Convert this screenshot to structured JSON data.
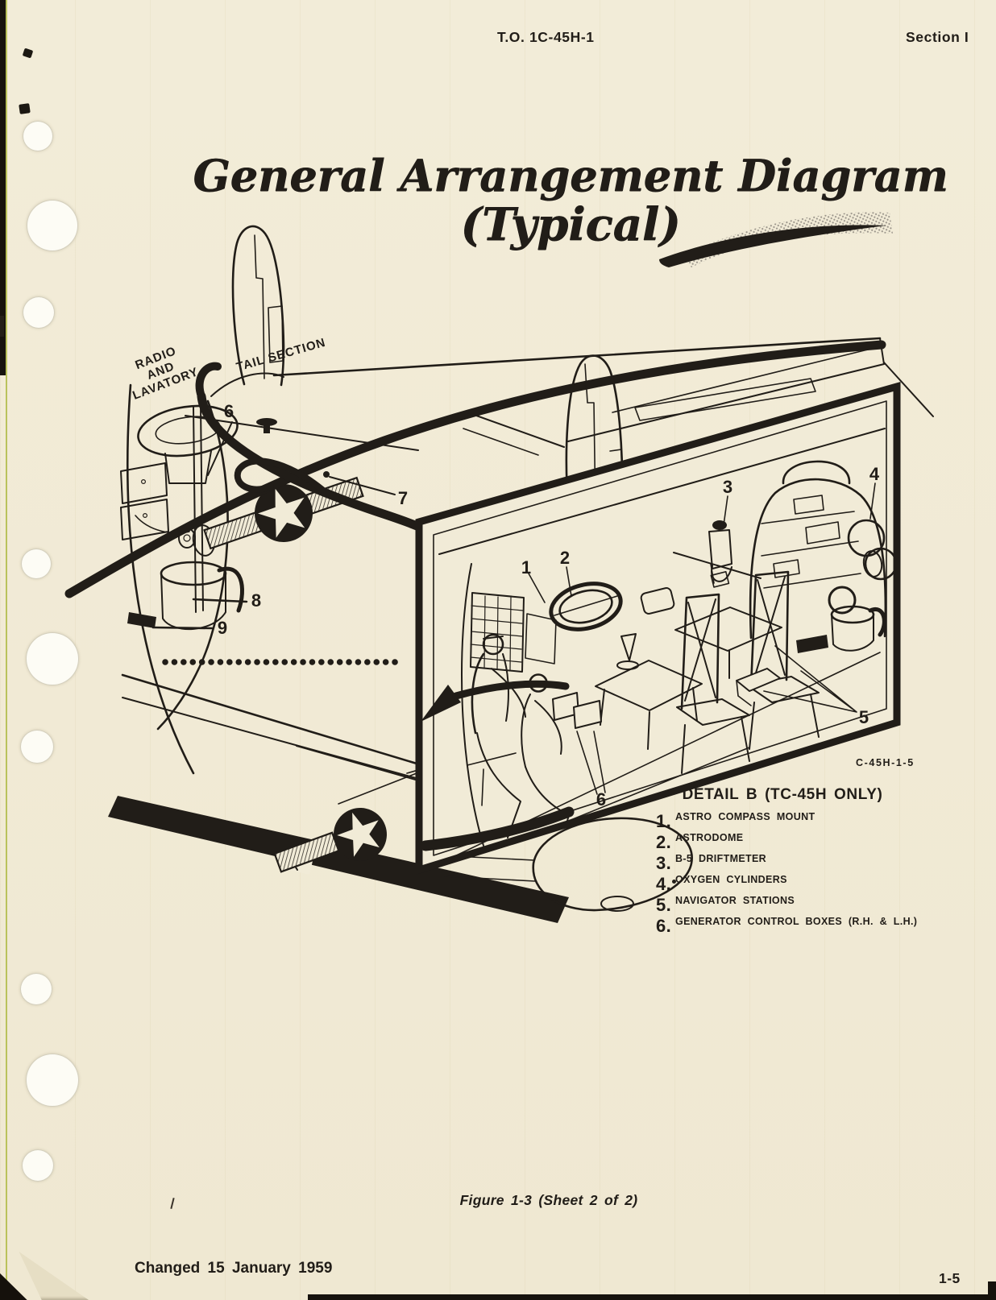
{
  "header": {
    "doc_number": "T.O. 1C-45H-1",
    "section": "Section I"
  },
  "title": {
    "line1": "General Arrangement Diagram",
    "line2": "(Typical)"
  },
  "diagram": {
    "labels": {
      "radio1": "RADIO",
      "radio2": "AND",
      "radio3": "LAVATORY",
      "tail_section": "TAIL SECTION"
    },
    "callouts_main": [
      "6",
      "7",
      "8",
      "9"
    ],
    "callouts_detail": [
      "1",
      "2",
      "3",
      "4",
      "5",
      "6"
    ],
    "drawing_number": "C-45H-1-5",
    "detail_b": {
      "title": "DETAIL B (TC-45H ONLY)",
      "items": [
        {
          "n": "1.",
          "t": "ASTRO COMPASS MOUNT"
        },
        {
          "n": "2.",
          "t": "ASTRODOME"
        },
        {
          "n": "3.",
          "t": "B-5 DRIFTMETER"
        },
        {
          "n": "4.",
          "t": "OXYGEN CYLINDERS"
        },
        {
          "n": "5.",
          "t": "NAVIGATOR STATIONS"
        },
        {
          "n": "6.",
          "t": "GENERATOR CONTROL BOXES (R.H. & L.H.)"
        }
      ]
    }
  },
  "footer": {
    "figure_caption": "Figure 1-3 (Sheet 2 of 2)",
    "changed_note": "Changed 15 January 1959",
    "page_number": "1-5"
  },
  "colors": {
    "paper": "#f1ebd7",
    "ink": "#211d18",
    "edge_accent": "#b0bb47"
  }
}
